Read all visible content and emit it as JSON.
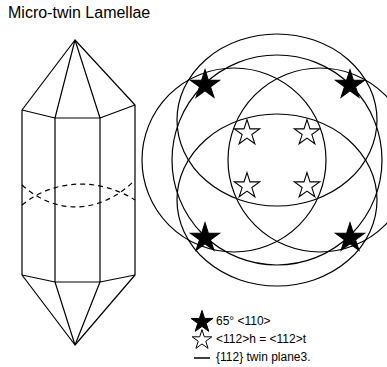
{
  "diagram": {
    "title": "Micro-twin Lamellae",
    "legend": [
      {
        "text": "65° <110>"
      },
      {
        "text": "<112>h = <112>t"
      },
      {
        "text": "{112} twin plane3."
      }
    ]
  }
}
